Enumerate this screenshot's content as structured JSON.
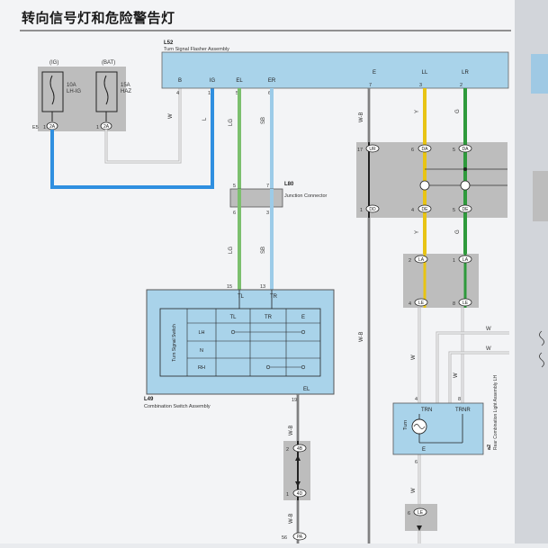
{
  "title": "转向信号灯和危险警告灯",
  "colors": {
    "page": "#f3f4f6",
    "box": "#a9d3ea",
    "gray": "#bdbdbd",
    "wire_blue": "#2f8fe0",
    "wire_green": "#7cbf6e",
    "wire_ltblue": "#9ccbe8",
    "wire_yellow": "#e8c414",
    "wire_dkgreen": "#2e9a3c",
    "ink": "#333333"
  },
  "fuses": {
    "ig": {
      "supply": "(IG)",
      "rating": "10A",
      "name": "LH-IG",
      "connector": "E5",
      "pin": "1",
      "pin_label": "2A"
    },
    "bat": {
      "supply": "(BAT)",
      "rating": "15A",
      "name": "HAZ",
      "pin": "1",
      "pin_label": "2A"
    }
  },
  "flasher": {
    "code": "L52",
    "name": "Turn Signal Flasher Assembly",
    "terminals": [
      {
        "label": "B",
        "pin": "4"
      },
      {
        "label": "IG",
        "pin": "1"
      },
      {
        "label": "EL",
        "pin": "5"
      },
      {
        "label": "ER",
        "pin": "6"
      },
      {
        "label": "E",
        "pin": "7"
      },
      {
        "label": "LL",
        "pin": "3"
      },
      {
        "label": "LR",
        "pin": "2"
      }
    ]
  },
  "wire_colors": {
    "w": "W",
    "l": "L",
    "lg": "LG",
    "sb": "SB",
    "wb": "W-B",
    "y": "Y",
    "g": "G"
  },
  "junction": {
    "code": "L80",
    "name": "Junction Connector",
    "pins": [
      "5",
      "7",
      "6",
      "3"
    ]
  },
  "combo_switch": {
    "code": "L49",
    "name": "Combination Switch Assembly",
    "terminals": [
      {
        "label": "TL",
        "pin": "15"
      },
      {
        "label": "TR",
        "pin": "13"
      },
      {
        "label": "EL",
        "pin": "19"
      }
    ],
    "table": {
      "side_label": "Turn Signal Switch",
      "headers": [
        "TL",
        "TR",
        "E"
      ],
      "rows": [
        "LH",
        "N",
        "RH"
      ]
    }
  },
  "connectors": [
    {
      "pin": "17",
      "label": "UR"
    },
    {
      "pin": "1",
      "label": "DD"
    },
    {
      "pin": "6",
      "label": "DA"
    },
    {
      "pin": "5",
      "label": "DA"
    },
    {
      "pin": "4",
      "label": "DE"
    },
    {
      "pin": "5",
      "label": "DE"
    },
    {
      "pin": "2",
      "label": "LA"
    },
    {
      "pin": "1",
      "label": "LA"
    },
    {
      "pin": "4",
      "label": "LE"
    },
    {
      "pin": "8",
      "label": "LE"
    },
    {
      "pin": "2",
      "label": "4B"
    },
    {
      "pin": "1",
      "label": "4D"
    },
    {
      "pin": "56",
      "label": "PA"
    },
    {
      "pin": "6",
      "label": "LE"
    }
  ],
  "lamp": {
    "code": "a2",
    "name": "Rear Combination Light Assembly LH",
    "labels": {
      "trn": "TRN",
      "trnr": "TRNR",
      "turn": "Turn",
      "e": "E"
    },
    "pins": [
      "4",
      "8",
      "6"
    ]
  }
}
